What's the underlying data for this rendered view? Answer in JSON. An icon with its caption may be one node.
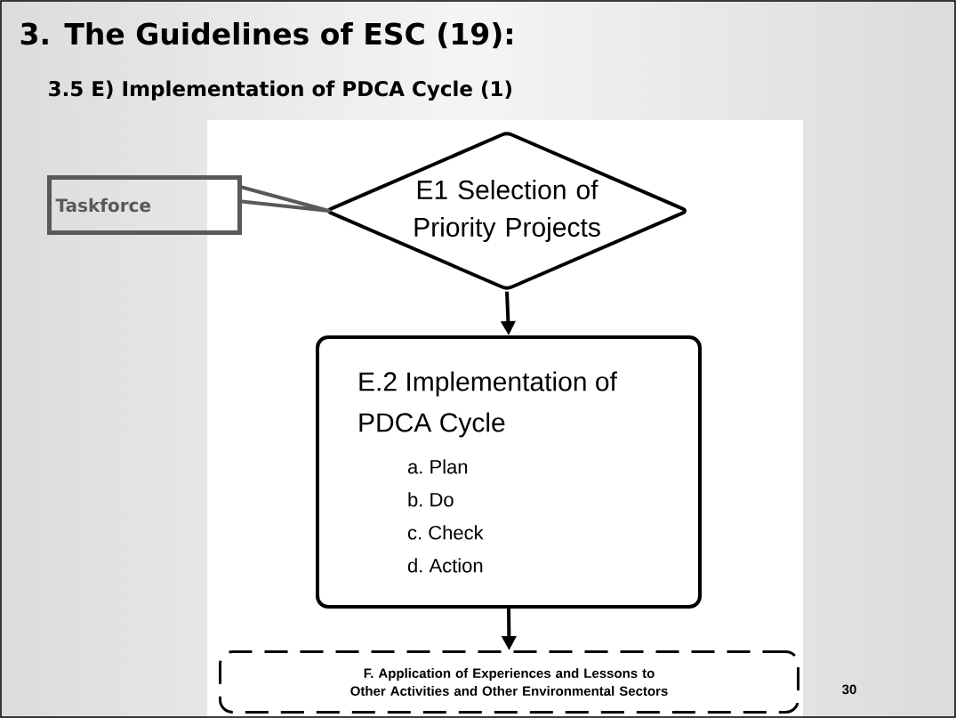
{
  "diagram": {
    "title": "3. The Guidelines of ESC (19):",
    "nodes": [
      {
        "text": [
          "Taskforce"
        ]
      },
      {
        "text": [
          "E1 Selection of Priority Projects"
        ]
      },
      {
        "text": [
          "E.2 Implementation of PDCA Cycle",
          "a. Plan",
          "b. Do",
          "c. Check",
          "d. Action"
        ]
      },
      {
        "text": [
          "F. Application of Experiences and Lessons to Other Activities and Other Environmental Sectors"
        ]
      }
    ],
    "edges": [
      {
        "from": 0,
        "to": 1,
        "arrow": "none",
        "color": "#595959"
      },
      {
        "from": 1,
        "to": 2,
        "arrow": "to"
      },
      {
        "from": 2,
        "to": 3,
        "arrow": "to"
      }
    ],
    "labels": [
      "3.5 E) Implementation of PDCA Cycle (1)",
      "30"
    ]
  }
}
